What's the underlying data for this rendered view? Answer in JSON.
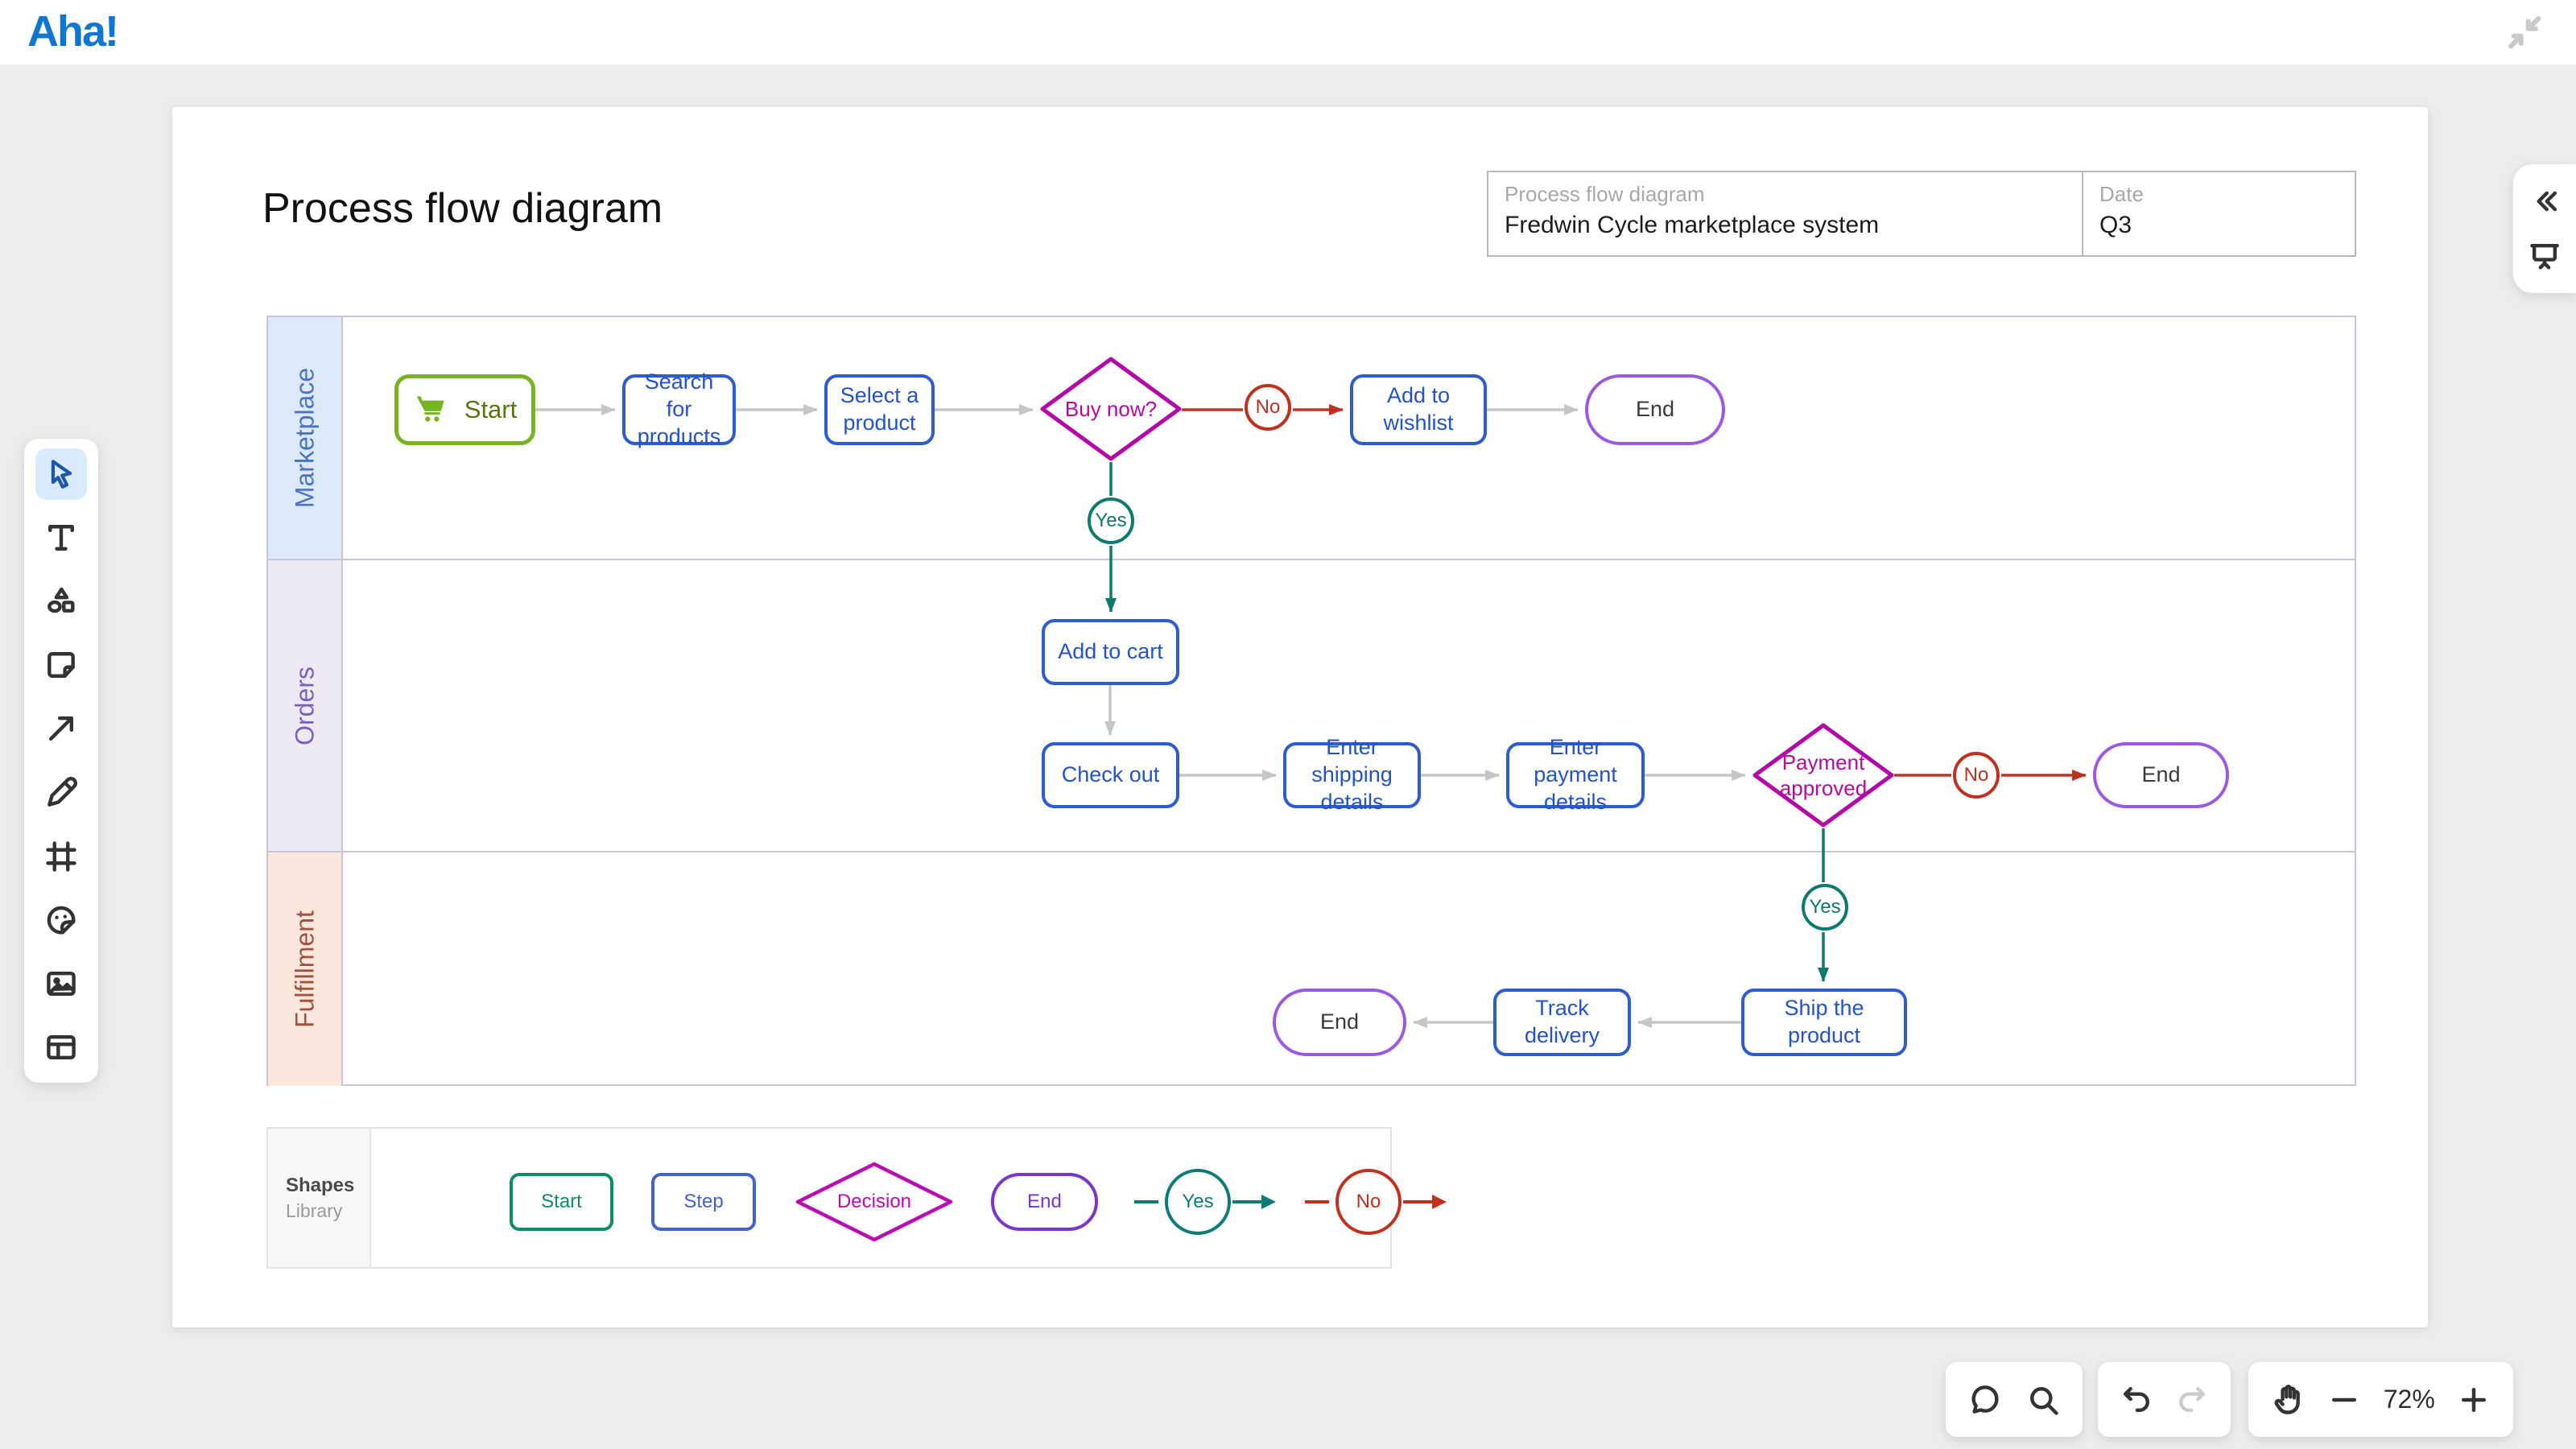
{
  "app": {
    "logo": "Aha!"
  },
  "board": {
    "title": "Process flow diagram",
    "info_table": {
      "name_label": "Process flow diagram",
      "name_value": "Fredwin Cycle marketplace system",
      "date_label": "Date",
      "date_value": "Q3"
    },
    "lanes": [
      {
        "label": "Marketplace"
      },
      {
        "label": "Orders"
      },
      {
        "label": "Fulfillment"
      }
    ],
    "nodes": {
      "start": "Start",
      "search": "Search for products",
      "select": "Select a product",
      "buy_now": "Buy now?",
      "no1": "No",
      "wishlist": "Add to wishlist",
      "end1": "End",
      "yes1": "Yes",
      "add_to_cart": "Add to cart",
      "check_out": "Check out",
      "shipping": "Enter shipping details",
      "payment": "Enter payment details",
      "pay_approved": "Payment approved",
      "no2": "No",
      "end2": "End",
      "yes2": "Yes",
      "ship": "Ship the product",
      "track": "Track delivery",
      "end3": "End"
    }
  },
  "library": {
    "title": "Shapes",
    "subtitle": "Library",
    "items": [
      {
        "label": "Start"
      },
      {
        "label": "Step"
      },
      {
        "label": "Decision"
      },
      {
        "label": "End"
      },
      {
        "label": "Yes"
      },
      {
        "label": "No"
      }
    ]
  },
  "toolbar": {
    "tools": [
      "select-tool",
      "text-tool",
      "shapes-tool",
      "sticky-note-tool",
      "arrow-tool",
      "pen-tool",
      "frame-tool",
      "sticker-tool",
      "image-tool",
      "table-tool"
    ]
  },
  "controls": {
    "zoom_level": "72%",
    "icons": [
      "comment-icon",
      "search-icon",
      "undo-icon",
      "redo-icon",
      "pan-hand-icon",
      "zoom-out-icon",
      "zoom-in-icon",
      "collapse-icon",
      "double-chevron-left-icon",
      "present-icon",
      "cart-icon"
    ]
  },
  "colors": {
    "brand_blue": "#0f76d3",
    "step_blue": "#2d5bd1",
    "start_green": "#79b41e",
    "decision_magenta": "#b30ba0",
    "no_red": "#c0301f",
    "yes_teal": "#0d7a6e",
    "end_purple": "#9b59e3",
    "arrow_grey": "#c6c6c6"
  }
}
